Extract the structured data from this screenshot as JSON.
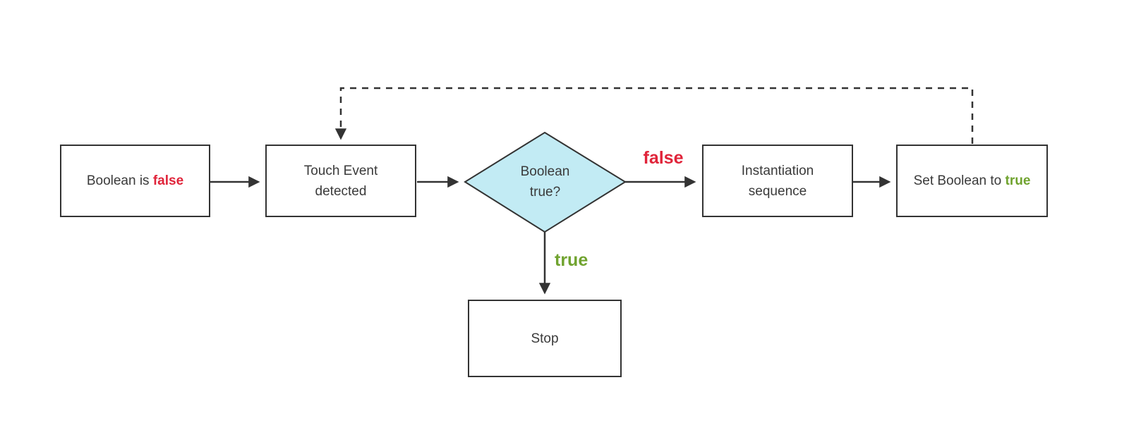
{
  "diagram": {
    "type": "flowchart",
    "background": "#ffffff",
    "colors": {
      "stroke": "#333333",
      "node_fill": "#ffffff",
      "decision_fill": "#c2ebf4",
      "false_red": "#e0243a",
      "true_green": "#70a32f"
    },
    "nodes": {
      "boolean_false": {
        "prefix": "Boolean is ",
        "emphasis": "false"
      },
      "touch_event": {
        "line1": "Touch Event",
        "line2": "detected"
      },
      "decision": {
        "line1": "Boolean",
        "line2": "true?"
      },
      "instantiation": {
        "line1": "Instantiation",
        "line2": "sequence"
      },
      "set_boolean": {
        "prefix": "Set Boolean to ",
        "emphasis": "true"
      },
      "stop": {
        "label": "Stop"
      }
    },
    "edges": {
      "false_label": "false",
      "true_label": "true",
      "flow": [
        "Boolean is false -> Touch Event detected",
        "Touch Event detected -> Boolean true?",
        "Boolean true? -(false)-> Instantiation sequence",
        "Instantiation sequence -> Set Boolean to true",
        "Boolean true? -(true)-> Stop",
        "Set Boolean to true -(dashed)-> Touch Event detected"
      ]
    }
  }
}
